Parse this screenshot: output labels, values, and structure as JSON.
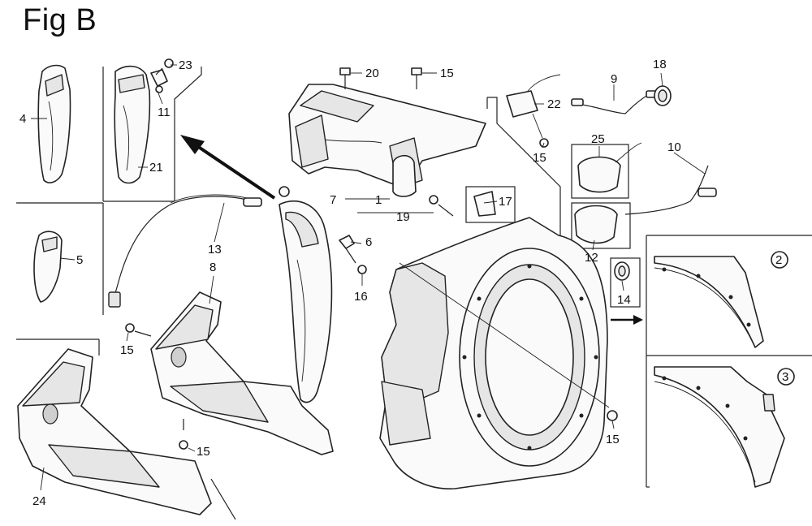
{
  "figure": {
    "title": "Fig B"
  },
  "callouts": {
    "c1": "1",
    "c4": "4",
    "c5": "5",
    "c6": "6",
    "c7": "7",
    "c8": "8",
    "c9": "9",
    "c10": "10",
    "c11": "11",
    "c12": "12",
    "c13": "13",
    "c14": "14",
    "c15a": "15",
    "c15b": "15",
    "c15c": "15",
    "c15d": "15",
    "c15e": "15",
    "c16": "16",
    "c17": "17",
    "c18": "18",
    "c19": "19",
    "c20": "20",
    "c21": "21",
    "c22": "22",
    "c23": "23",
    "c24": "24",
    "c25": "25"
  },
  "detail_views": {
    "view2": "2",
    "view3": "3"
  }
}
